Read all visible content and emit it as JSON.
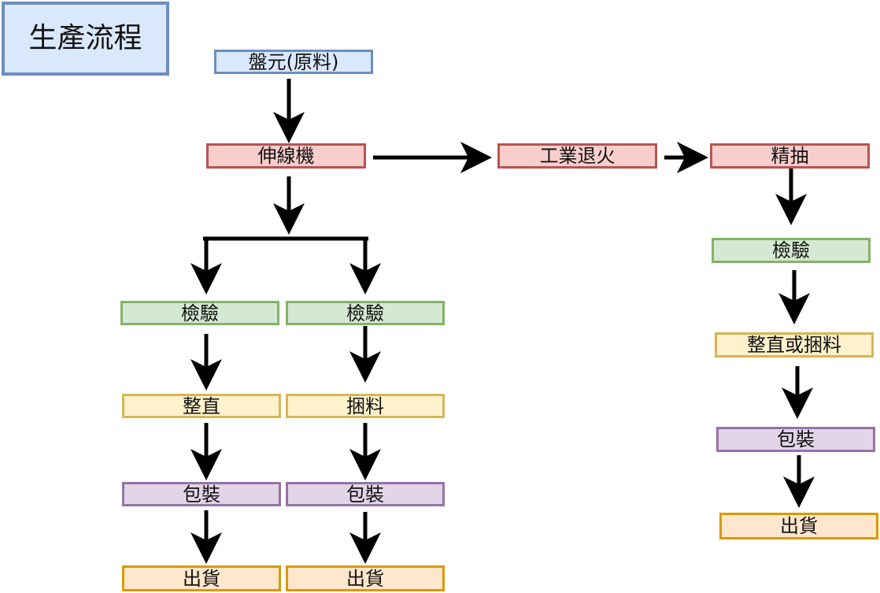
{
  "title": "生產流程",
  "nodes": {
    "raw": "盤元(原料)",
    "drawing": "伸線機",
    "anneal": "工業退火",
    "fine_draw": "精抽",
    "right_inspect": "檢驗",
    "right_straighten_bundle": "整直或捆料",
    "right_pack": "包裝",
    "right_ship": "出貨",
    "left_a_inspect": "檢驗",
    "left_a_straighten": "整直",
    "left_a_pack": "包裝",
    "left_a_ship": "出貨",
    "left_b_inspect": "檢驗",
    "left_b_bundle": "捆料",
    "left_b_pack": "包裝",
    "left_b_ship": "出貨"
  },
  "colors": {
    "blue": "#6c8ebf",
    "red": "#b85450",
    "green": "#82b366",
    "yellow": "#d6b656",
    "purple": "#9673a6",
    "orange": "#d79b00",
    "arrow": "#000000"
  }
}
